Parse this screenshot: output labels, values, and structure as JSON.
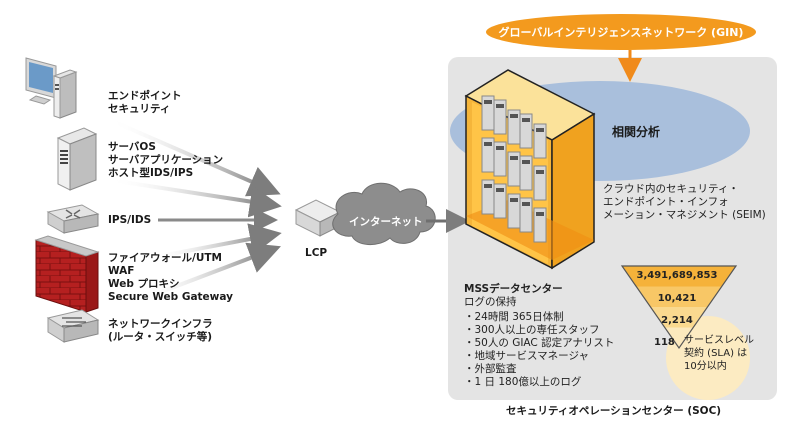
{
  "gin": {
    "label": "グローバルインテリジェンスネットワーク (GIN)",
    "color": "#f39a1e"
  },
  "sources": [
    {
      "icon": "desktop-pc-icon",
      "lines": [
        "エンドポイント",
        "セキュリティ"
      ]
    },
    {
      "icon": "server-tower-icon",
      "lines": [
        "サーバOS",
        "サーバアプリケーション",
        "ホスト型IDS/IPS"
      ]
    },
    {
      "icon": "ips-appliance-icon",
      "lines": [
        "IPS/IDS"
      ]
    },
    {
      "icon": "firewall-icon",
      "lines": [
        "ファイアウォール/UTM",
        "WAF",
        "Web プロキシ",
        "Secure Web Gateway"
      ]
    },
    {
      "icon": "network-switch-icon",
      "lines": [
        "ネットワークインフラ",
        "(ルータ・スイッチ等)"
      ]
    }
  ],
  "lcp": {
    "label": "LCP"
  },
  "internet": {
    "label": "インターネット"
  },
  "correlation": {
    "label": "相関分析",
    "color": "#a9bfdc"
  },
  "seim": {
    "lines": [
      "クラウド内のセキュリティ・",
      "エンドポイント・インフォ",
      "メーション・マネジメント (SEIM)"
    ]
  },
  "mss": {
    "title": "MSSデータセンター",
    "subtitle": "ログの保持",
    "bullets": [
      "・24時間 365日体制",
      "・300人以上の専任スタッフ",
      "・50人の GIAC 認定アナリスト",
      "・地域サービスマネージャ",
      "・外部監査",
      "・1 日 180億以上のログ"
    ]
  },
  "funnel": {
    "values": [
      "3,491,689,853",
      "10,421",
      "2,214",
      "118"
    ],
    "colors": [
      "#f5b23a",
      "#f8c766",
      "#fad98f",
      "#fce9bd"
    ]
  },
  "sla": {
    "lines": [
      "サービスレベル",
      "契約 (SLA) は",
      "10分以内"
    ],
    "color": "#fcebc2"
  },
  "soc": {
    "label": "セキュリティオペレーションセンター (SOC)",
    "panel_color": "#e4e4e4"
  }
}
